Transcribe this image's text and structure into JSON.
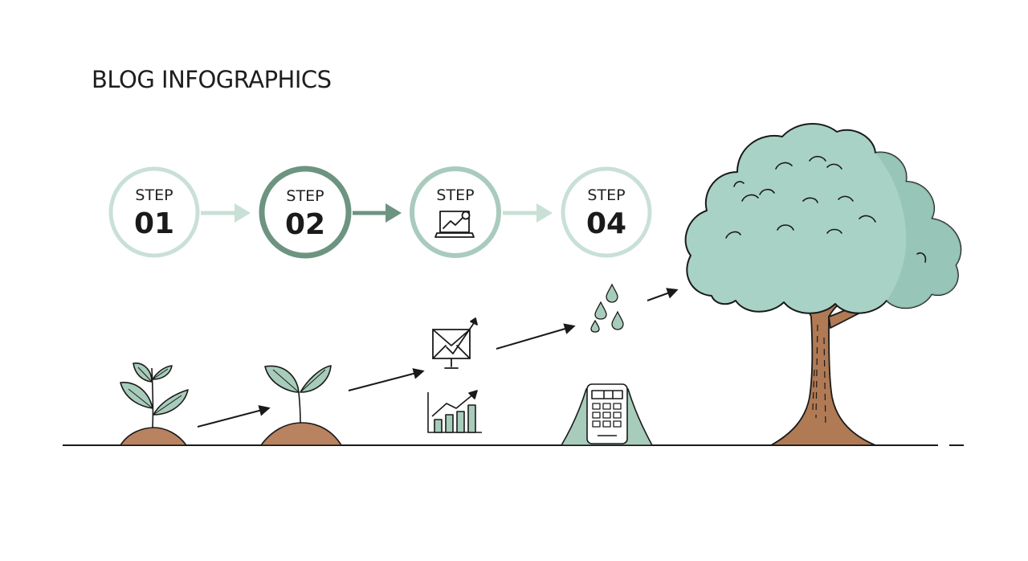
{
  "title": "BLOG INFOGRAPHICS",
  "steps": [
    {
      "label": "STEP",
      "number": "01",
      "ring": "light"
    },
    {
      "label": "STEP",
      "number": "02",
      "ring": "dark"
    },
    {
      "label": "STEP",
      "number": "",
      "icon": "laptop-chart-icon",
      "ring": "medium"
    },
    {
      "label": "STEP",
      "number": "04",
      "ring": "light"
    }
  ],
  "colors": {
    "ring_light": "#c9e0d6",
    "ring_medium": "#a9cbbd",
    "ring_dark": "#6d9480",
    "foliage": "#a8d2c5",
    "foliage_shade": "#92c0b2",
    "trunk": "#b07a55",
    "soil": "#b98260",
    "leaf": "#a8ccbb",
    "ink": "#1a1a1a"
  },
  "icons": [
    "seedling-icon",
    "sprout-icon",
    "email-check-icon",
    "bar-chart-growth-icon",
    "water-drops-icon",
    "calculator-device-icon",
    "tree-icon"
  ]
}
